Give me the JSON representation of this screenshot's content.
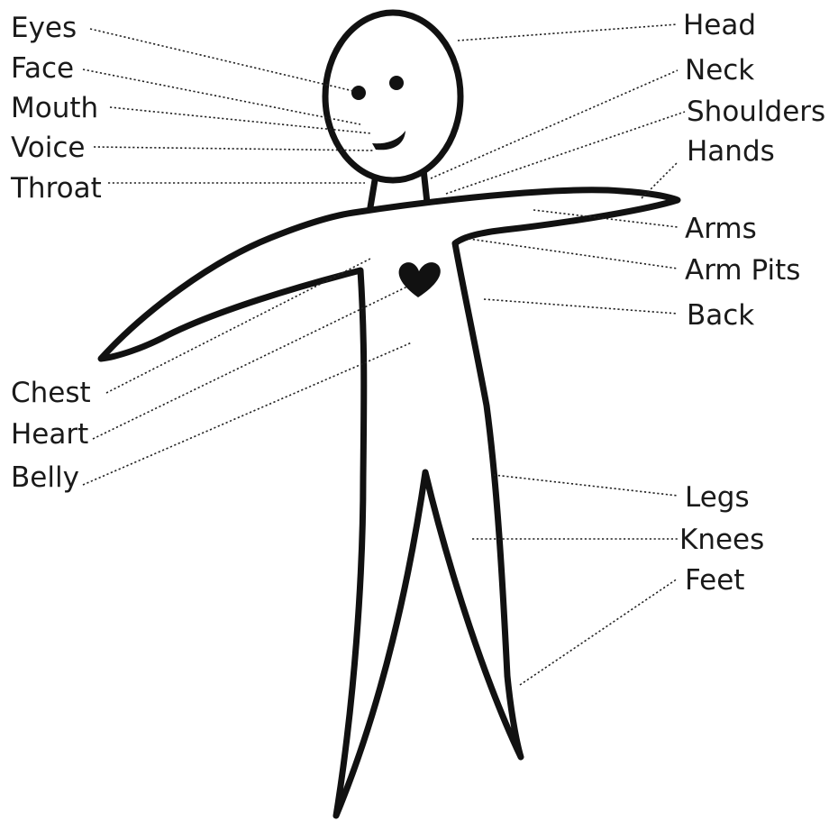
{
  "labels": {
    "left": [
      "Eyes",
      "Face",
      "Mouth",
      "Voice",
      "Throat",
      "Chest",
      "Heart",
      "Belly"
    ],
    "right": [
      "Head",
      "Neck",
      "Shoulders",
      "Hands",
      "Arms",
      "Arm Pits",
      "Back",
      "Legs",
      "Knees",
      "Feet"
    ]
  },
  "colors": {
    "ink": "#111111",
    "background": "#ffffff"
  }
}
